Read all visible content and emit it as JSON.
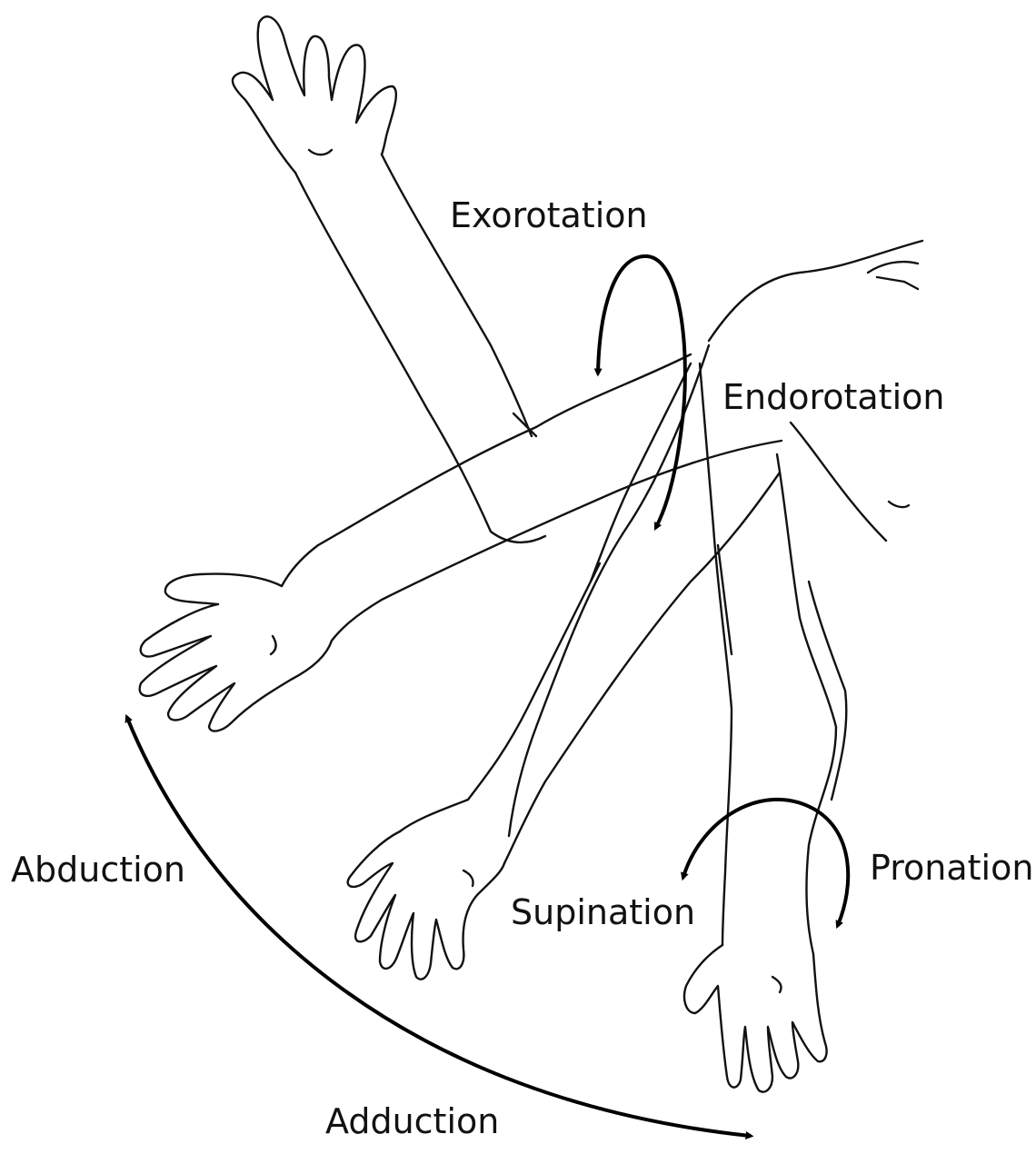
{
  "labels": {
    "exorotation": "Exorotation",
    "endorotation": "Endorotation",
    "abduction": "Abduction",
    "adduction": "Adduction",
    "supination": "Supination",
    "pronation": "Pronation"
  },
  "colors": {
    "ink": "#111111",
    "background": "#ffffff"
  }
}
